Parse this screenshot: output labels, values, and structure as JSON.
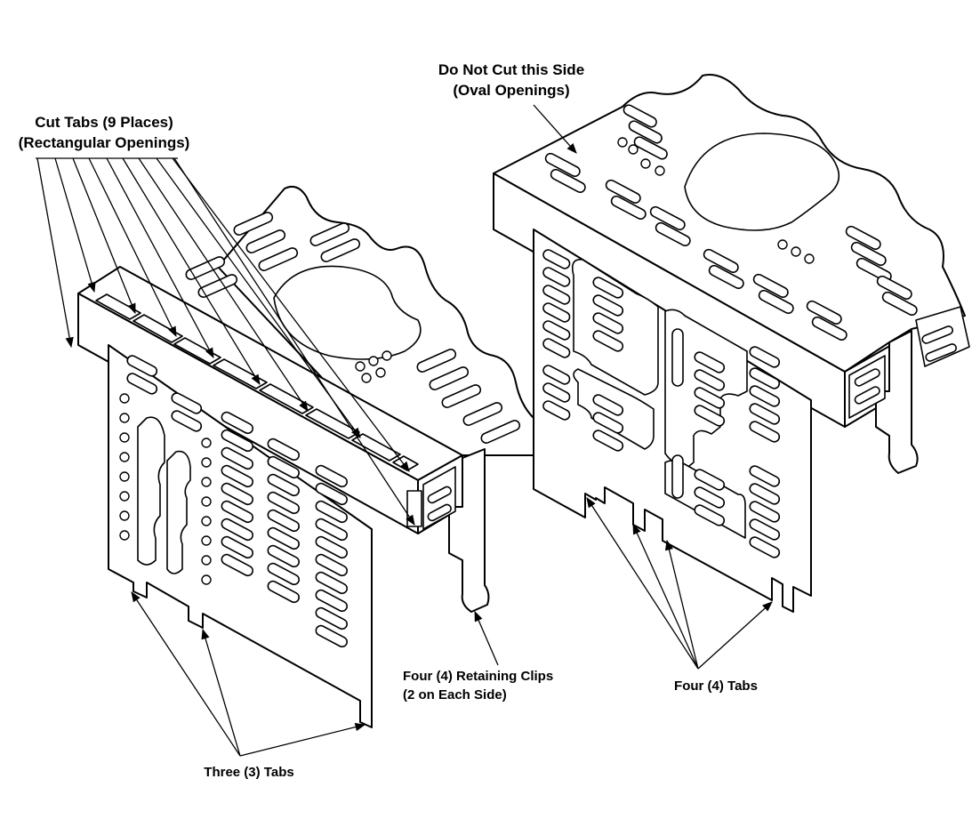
{
  "labels": {
    "cut_tabs_line1": "Cut Tabs (9 Places)",
    "cut_tabs_line2": "(Rectangular Openings)",
    "do_not_cut_line1": "Do Not Cut this Side",
    "do_not_cut_line2": "(Oval Openings)",
    "retaining_clips_line1": "Four (4) Retaining Clips",
    "retaining_clips_line2": "(2 on Each Side)",
    "four_tabs": "Four (4) Tabs",
    "three_tabs": "Three (3) Tabs"
  }
}
